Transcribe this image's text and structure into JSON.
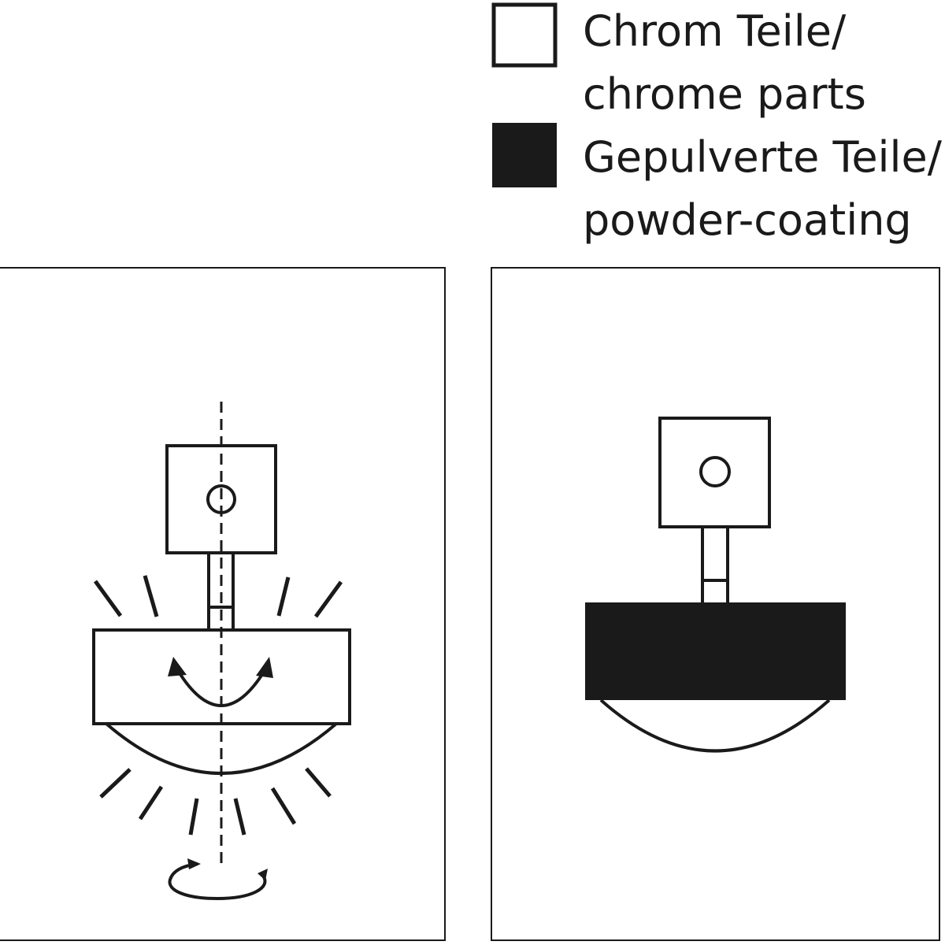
{
  "legend": {
    "items": [
      {
        "swatch": "outline",
        "color": "#ffffff",
        "line1": "Chrom Teile/",
        "line2": "chrome parts"
      },
      {
        "swatch": "filled",
        "color": "#1a1a1a",
        "line1": "Gepulverte Teile/",
        "line2": "powder-coating"
      }
    ]
  },
  "panels": [
    {
      "variant": "chrome",
      "icons": [
        "rotation-axis-icon",
        "swivel-arrows-icon",
        "shine-rays-icon",
        "rotate-base-icon"
      ]
    },
    {
      "variant": "powder-coated",
      "icons": []
    }
  ],
  "colors": {
    "ink": "#1a1a1a",
    "background": "#ffffff"
  }
}
